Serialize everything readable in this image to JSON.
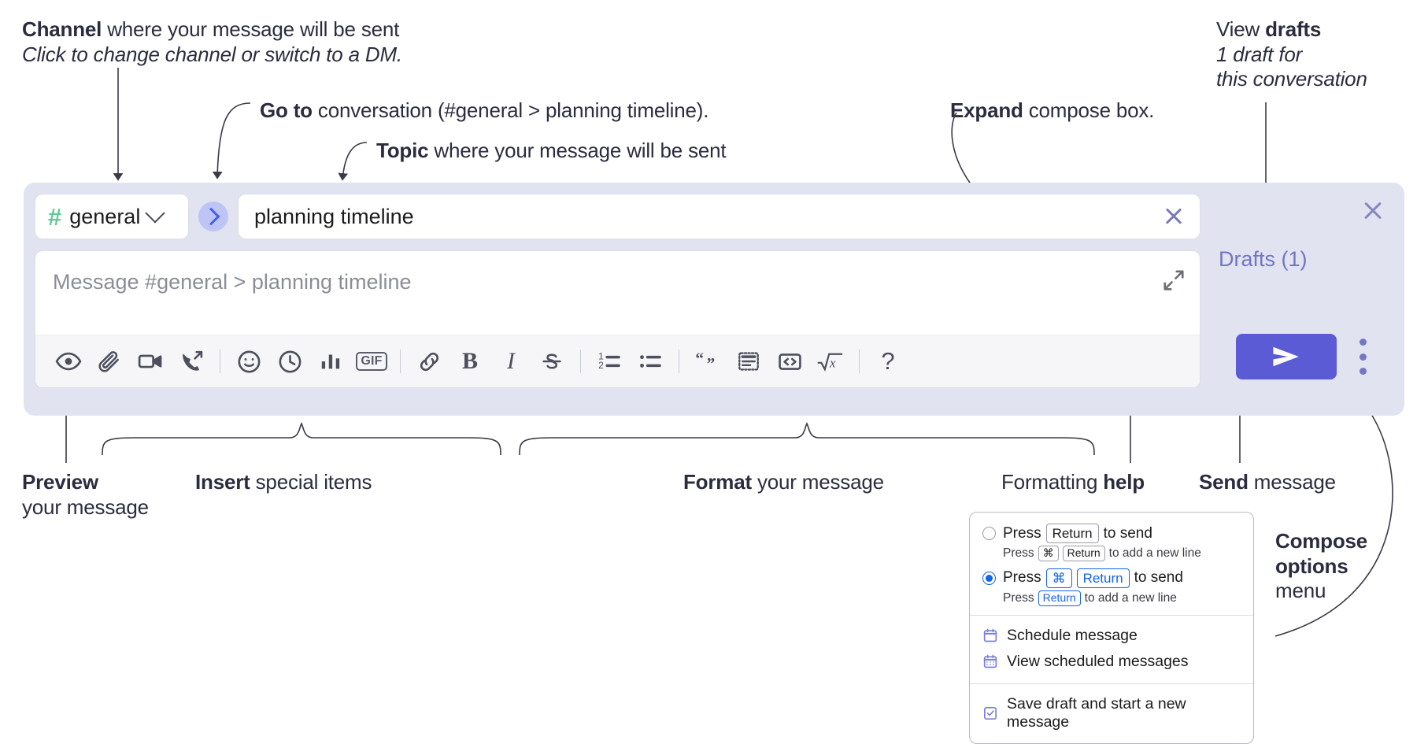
{
  "annotations": {
    "channel": {
      "line1_bold": "Channel",
      "line1_rest": " where your message will be sent",
      "line2_italic": "Click to change channel or switch to a DM."
    },
    "goto": {
      "bold": "Go to",
      "rest": " conversation (#general > planning timeline)."
    },
    "topic": {
      "bold": "Topic",
      "rest": " where your message will be sent"
    },
    "expand": {
      "bold": "Expand",
      "rest": " compose box."
    },
    "drafts": {
      "line1_plain": "View ",
      "line1_bold": "drafts",
      "line2_italic": "1 draft for",
      "line3_italic": "this conversation"
    },
    "preview": {
      "bold": "Preview",
      "rest": "your message"
    },
    "insert": {
      "bold": "Insert",
      "rest": " special items"
    },
    "format": {
      "bold": "Format",
      "rest": " your message"
    },
    "formatting_help": {
      "plain": "Formatting ",
      "bold": "help"
    },
    "send": {
      "bold": "Send",
      "rest": " message"
    },
    "compose_options": {
      "bold_line1": "Compose",
      "bold_line2": "options",
      "plain_line3": "menu"
    }
  },
  "compose": {
    "channel_name": "general",
    "channel_hash": "#",
    "topic_value": "planning timeline",
    "message_placeholder": "Message #general > planning timeline",
    "drafts_label": "Drafts (1)",
    "toolbar_left": [
      {
        "name": "preview-icon",
        "label": "Preview"
      },
      {
        "name": "attachment-icon",
        "label": "Attach file"
      },
      {
        "name": "video-icon",
        "label": "Video"
      },
      {
        "name": "call-icon",
        "label": "Call"
      },
      {
        "name": "emoji-icon",
        "label": "Emoji"
      },
      {
        "name": "clock-icon",
        "label": "Reminder"
      },
      {
        "name": "poll-icon",
        "label": "Poll"
      },
      {
        "name": "gif-icon",
        "label": "GIF"
      }
    ],
    "toolbar_format": [
      {
        "name": "link-icon",
        "label": "Link"
      },
      {
        "name": "bold-icon",
        "label": "B"
      },
      {
        "name": "italic-icon",
        "label": "I"
      },
      {
        "name": "strikethrough-icon",
        "label": "Strikethrough"
      },
      {
        "name": "ordered-list-icon",
        "label": "Numbered list"
      },
      {
        "name": "bulleted-list-icon",
        "label": "Bulleted list"
      },
      {
        "name": "quote-icon",
        "label": "Quote"
      },
      {
        "name": "spoiler-icon",
        "label": "Spoiler"
      },
      {
        "name": "code-icon",
        "label": "Code"
      },
      {
        "name": "math-icon",
        "label": "Math"
      },
      {
        "name": "help-icon",
        "label": "?"
      }
    ],
    "send_button_label": "Send",
    "gif_label": "GIF",
    "bold_label": "B",
    "italic_label": "I",
    "help_label": "?"
  },
  "options_menu": {
    "option1": {
      "selected": false,
      "press": "Press",
      "key": "Return",
      "to_send": "to send",
      "sub_press": "Press",
      "sub_key1": "⌘",
      "sub_key2": "Return",
      "sub_tail": "to add a new line"
    },
    "option2": {
      "selected": true,
      "press": "Press",
      "key1": "⌘",
      "key2": "Return",
      "to_send": "to send",
      "sub_press": "Press",
      "sub_key": "Return",
      "sub_tail": "to add a new line"
    },
    "items": [
      {
        "icon": "calendar-icon",
        "label": "Schedule message"
      },
      {
        "icon": "calendar-grid-icon",
        "label": "View scheduled messages"
      },
      {
        "icon": "save-draft-icon",
        "label": "Save draft and start a new message"
      }
    ]
  },
  "colors": {
    "panel_bg": "#e1e3f0",
    "accent_send": "#5b5bd6",
    "hash_green": "#5ecb96",
    "goto_blue": "#4261e8",
    "drafts_purple": "#7275c2",
    "radio_blue": "#1264e8"
  }
}
